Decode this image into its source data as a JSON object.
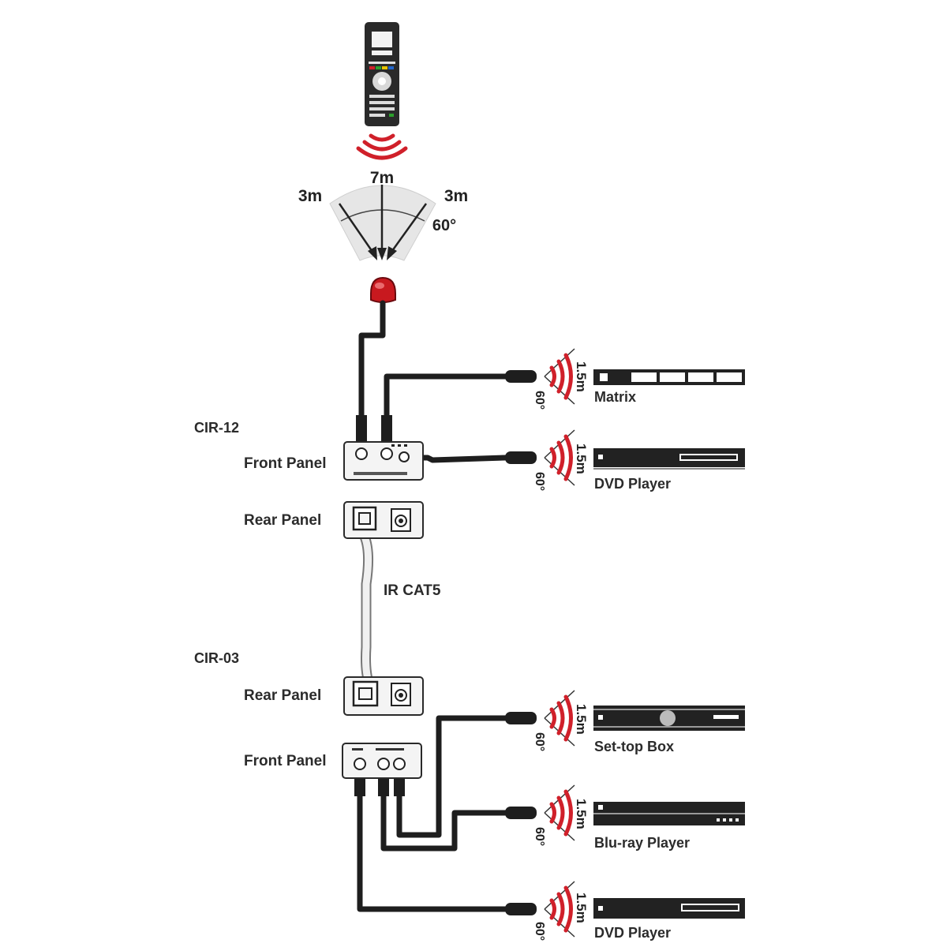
{
  "remote": {
    "distances": {
      "center": "7m",
      "left": "3m",
      "right": "3m",
      "angle": "60°"
    }
  },
  "cir12": {
    "name": "CIR-12",
    "front_label": "Front Panel",
    "rear_label": "Rear Panel"
  },
  "cable_label": "IR CAT5",
  "cir03": {
    "name": "CIR-03",
    "rear_label": "Rear Panel",
    "front_label": "Front Panel"
  },
  "emitter": {
    "distance": "1.5m",
    "angle": "60°"
  },
  "devices": [
    {
      "label": "Matrix"
    },
    {
      "label": "DVD Player"
    },
    {
      "label": "Set-top Box"
    },
    {
      "label": "Blu-ray Player"
    },
    {
      "label": "DVD Player"
    }
  ],
  "colors": {
    "ir_red": "#d0202a",
    "cable": "#1e1e1e",
    "cat5": "#f0f0f0"
  }
}
